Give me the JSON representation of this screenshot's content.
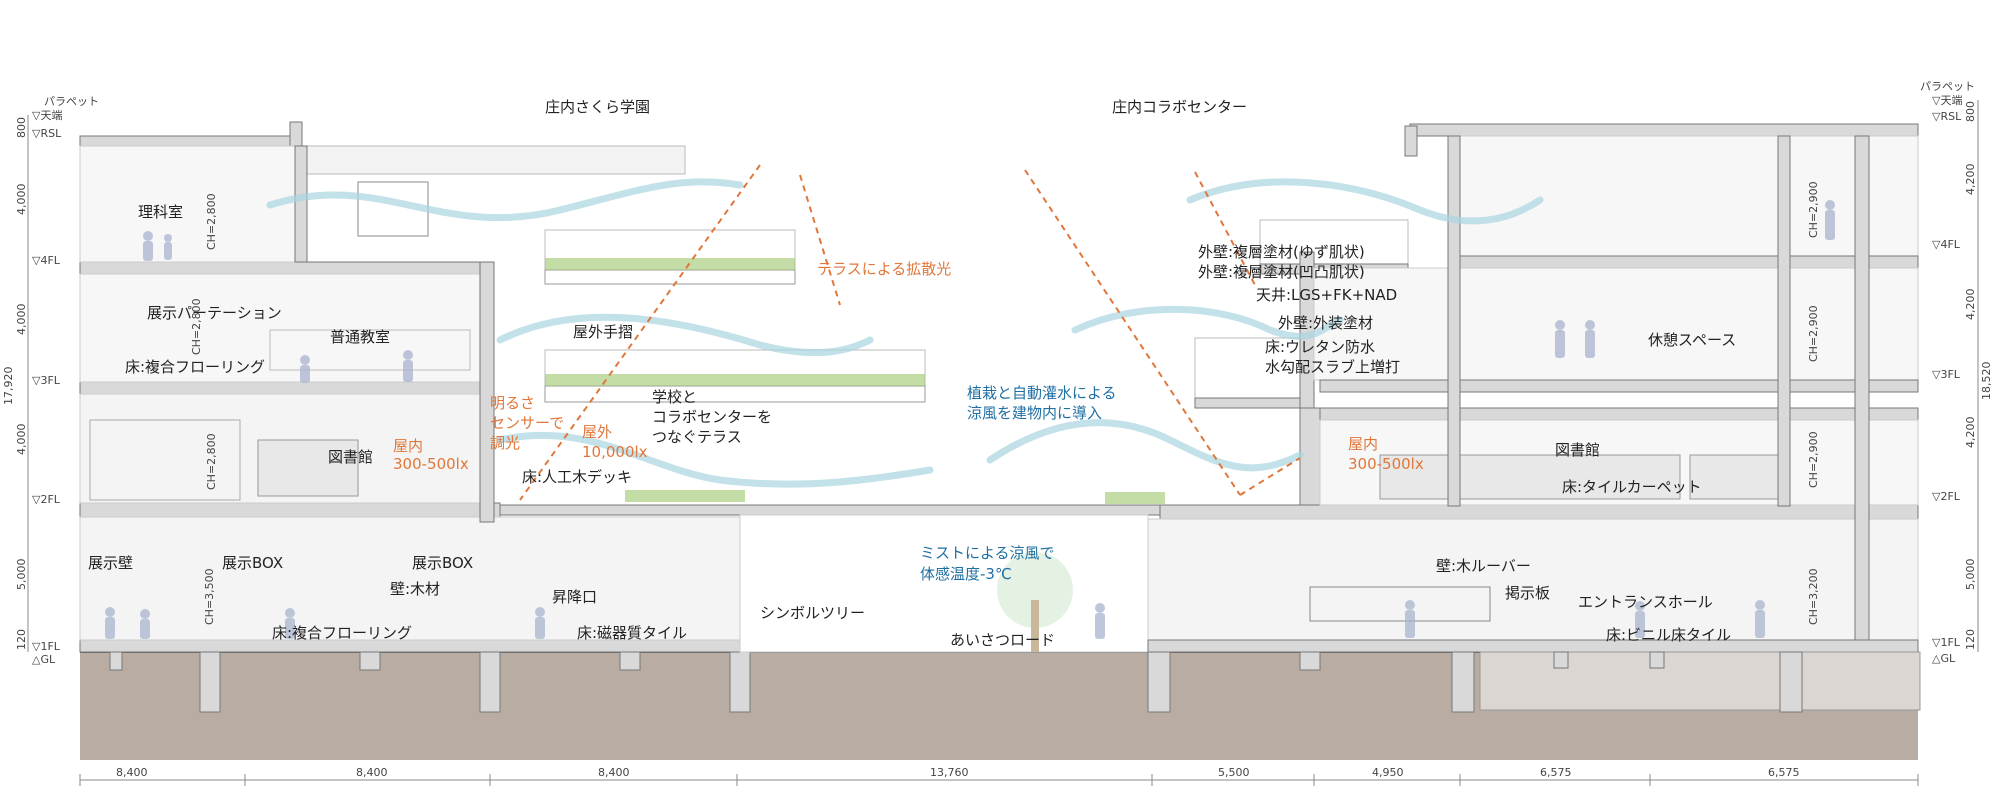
{
  "titles": {
    "left": "庄内さくら学園",
    "right": "庄内コラボセンター"
  },
  "levels_left": {
    "parapet": "パラペット",
    "top": "▽天端",
    "rsl": "▽RSL",
    "fl4": "▽4FL",
    "fl3": "▽3FL",
    "fl2": "▽2FL",
    "fl1": "▽1FL",
    "gl": "△GL"
  },
  "levels_right": {
    "parapet": "パラペット",
    "top": "▽天端",
    "rsl": "▽RSL",
    "fl4": "▽4FL",
    "fl3": "▽3FL",
    "fl2": "▽2FL",
    "fl1": "▽1FL",
    "gl": "△GL"
  },
  "left_vertical_dims": {
    "d800": "800",
    "d4000a": "4,000",
    "d4000b": "4,000",
    "d4000c": "4,000",
    "d5000": "5,000",
    "d120": "120",
    "total": "17,920"
  },
  "right_vertical_dims": {
    "d800": "800",
    "d4200a": "4,200",
    "d4200b": "4,200",
    "d4200c": "4,200",
    "d5000": "5,000",
    "d120": "120",
    "total": "18,520"
  },
  "ceiling_heights": {
    "ch2800a": "CH=2,800",
    "ch2800b": "CH=2,800",
    "ch2800c": "CH=2,800",
    "ch3500": "CH=3,500",
    "ch2900a": "CH=2,900",
    "ch2900b": "CH=2,900",
    "ch2900c": "CH=2,900",
    "ch3200": "CH=3,200"
  },
  "left_rooms": {
    "science": "理科室",
    "partition": "展示パーテーション",
    "classroom": "普通教室",
    "floor3": "床:複合フローリング",
    "library": "図書館",
    "wall_display": "展示壁",
    "box1": "展示BOX",
    "box2": "展示BOX",
    "wall_wood": "壁:木材",
    "floor1": "床:複合フローリング",
    "entrance": "昇降口",
    "floor_tile": "床:磁器質タイル"
  },
  "center_labels": {
    "terrace_light": "テラスによる拡散光",
    "handrail": "屋外手摺",
    "sensor": [
      "明るさ",
      "センサーで",
      "調光"
    ],
    "outdoor": [
      "屋外",
      "10,000lx"
    ],
    "indoor_left": [
      "屋内",
      "300-500lx"
    ],
    "terrace": [
      "学校と",
      "コラボセンターを",
      "つなぐテラス"
    ],
    "deck": "床:人工木デッキ",
    "planting": [
      "植栽と自動灌水による",
      "涼風を建物内に導入"
    ],
    "mist": [
      "ミストによる涼風で",
      "体感温度-3℃"
    ],
    "tree": "シンボルツリー",
    "road": "あいさつロード"
  },
  "right_labels": {
    "ext1": "外壁:複層塗材(ゆず肌状)",
    "ext2": "外壁:複層塗材(凹凸肌状)",
    "ceiling": "天井:LGS+FK+NAD",
    "ext3": "外壁:外装塗材",
    "floor_urethane": "床:ウレタン防水",
    "slab": "水勾配スラブ上増打",
    "rest": "休憩スペース",
    "indoor_right": [
      "屋内",
      "300-500lx"
    ],
    "library": "図書館",
    "floor_carpet": "床:タイルカーペット",
    "wall_louver": "壁:木ルーバー",
    "board": "掲示板",
    "hall": "エントランスホール",
    "floor_vinyl": "床:ビニル床タイル"
  },
  "bottom_dims": [
    "8,400",
    "8,400",
    "8,400",
    "13,760",
    "5,500",
    "4,950",
    "6,575",
    "6,575"
  ],
  "colors": {
    "ground": "#b9aca3",
    "slab": "#d9d9d9",
    "wind": "#a9d4df",
    "orange": "#e0773a",
    "blue": "#1f6fa3",
    "green": "#9cc56a"
  }
}
